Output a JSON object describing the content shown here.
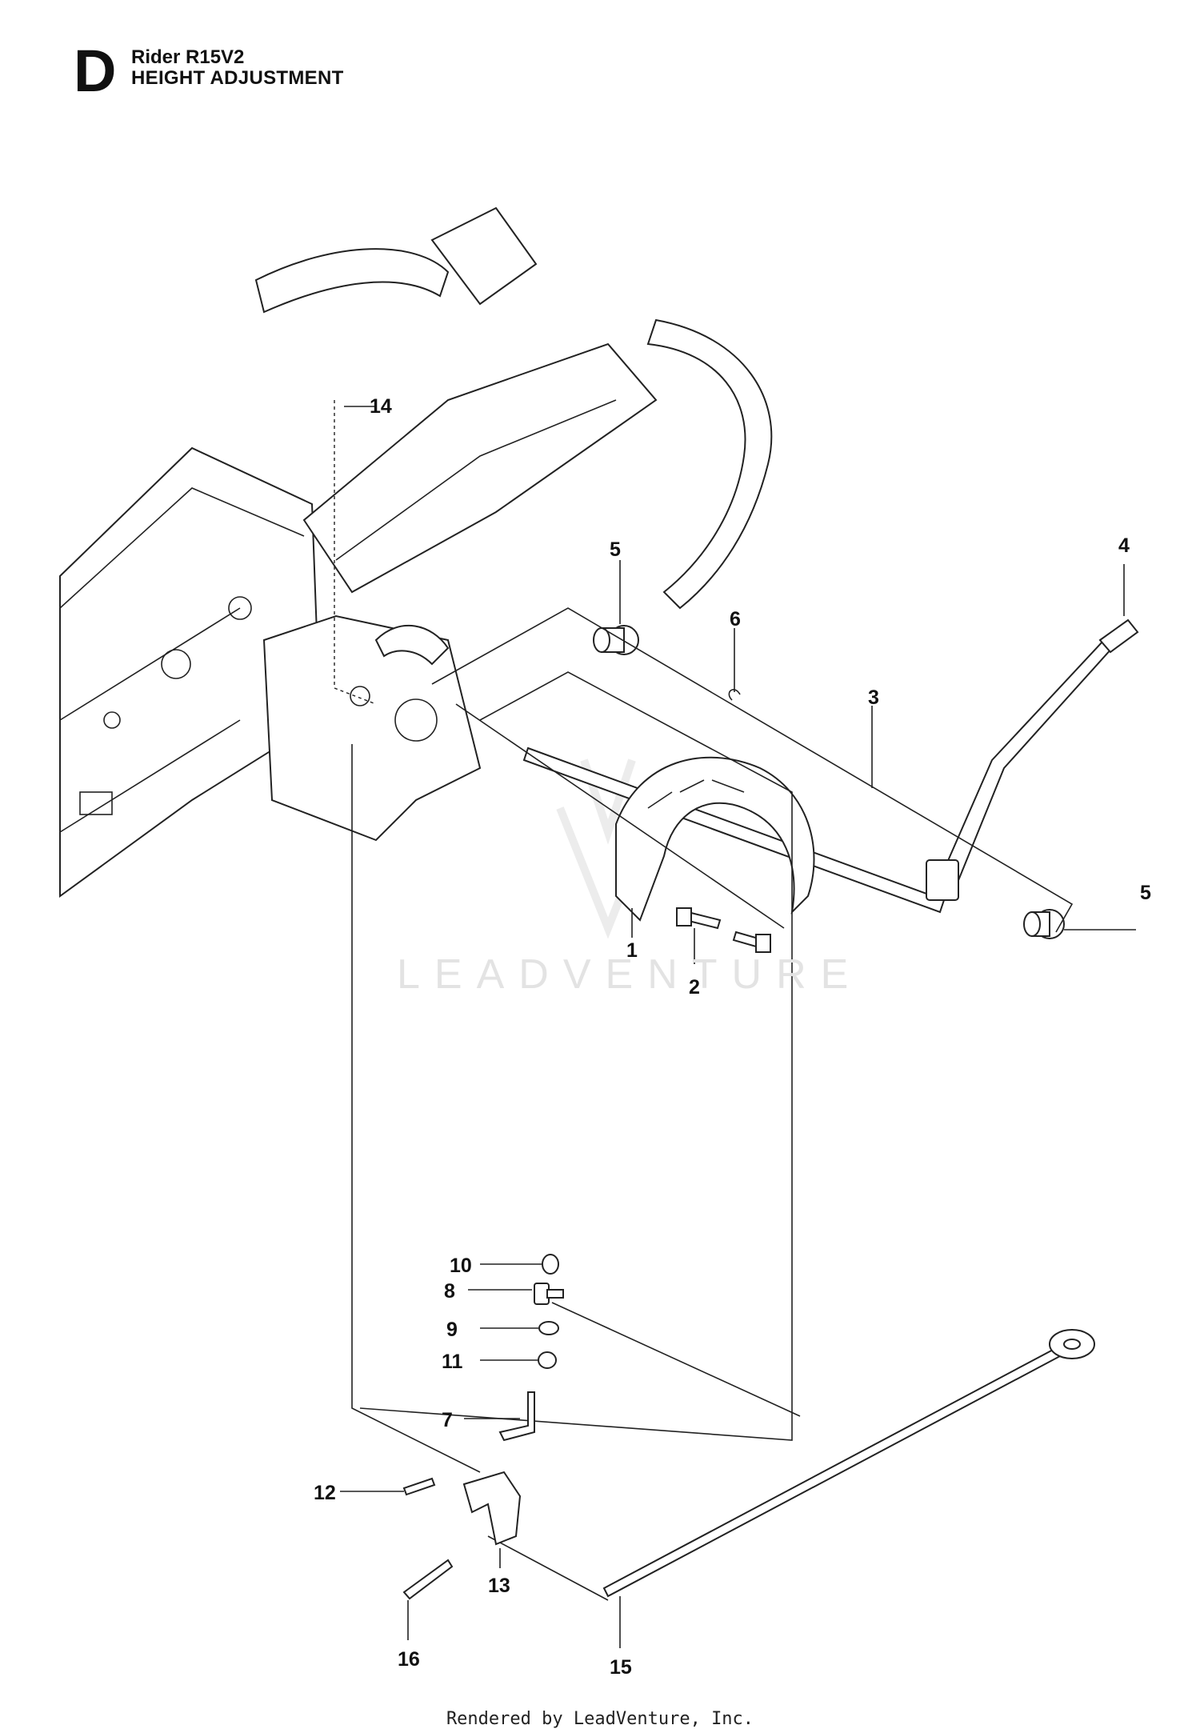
{
  "header": {
    "section_letter": "D",
    "model": "Rider R15V2",
    "title": "HEIGHT ADJUSTMENT"
  },
  "watermark": "LEADVENTURE",
  "footer": "Rendered by LeadVenture, Inc.",
  "callouts": [
    "1",
    "2",
    "3",
    "4",
    "5",
    "5",
    "6",
    "7",
    "8",
    "9",
    "10",
    "11",
    "12",
    "13",
    "14",
    "15",
    "16"
  ],
  "icons": {
    "watermark_logo": "leadventure-logo-icon"
  }
}
